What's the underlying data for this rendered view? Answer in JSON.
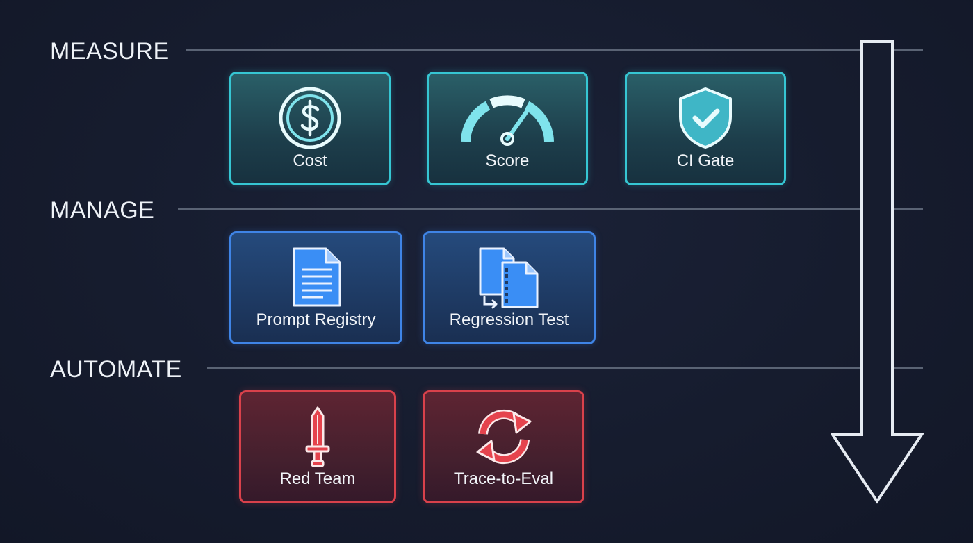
{
  "stages": [
    {
      "name": "MEASURE",
      "cards": [
        {
          "label": "Cost",
          "icon": "dollar-coin-icon"
        },
        {
          "label": "Score",
          "icon": "gauge-icon"
        },
        {
          "label": "CI Gate",
          "icon": "shield-check-icon"
        }
      ]
    },
    {
      "name": "MANAGE",
      "cards": [
        {
          "label": "Prompt Registry",
          "icon": "document-icon"
        },
        {
          "label": "Regression Test",
          "icon": "compare-documents-icon"
        }
      ]
    },
    {
      "name": "AUTOMATE",
      "cards": [
        {
          "label": "Red Team",
          "icon": "sword-icon"
        },
        {
          "label": "Trace-to-Eval",
          "icon": "refresh-cycle-icon"
        }
      ]
    }
  ],
  "colors": {
    "background": "#161c2e",
    "measure_accent": "#36c6d3",
    "manage_accent": "#3f84e6",
    "automate_accent": "#d9414b",
    "flow_arrow": "#e6ebf2"
  }
}
